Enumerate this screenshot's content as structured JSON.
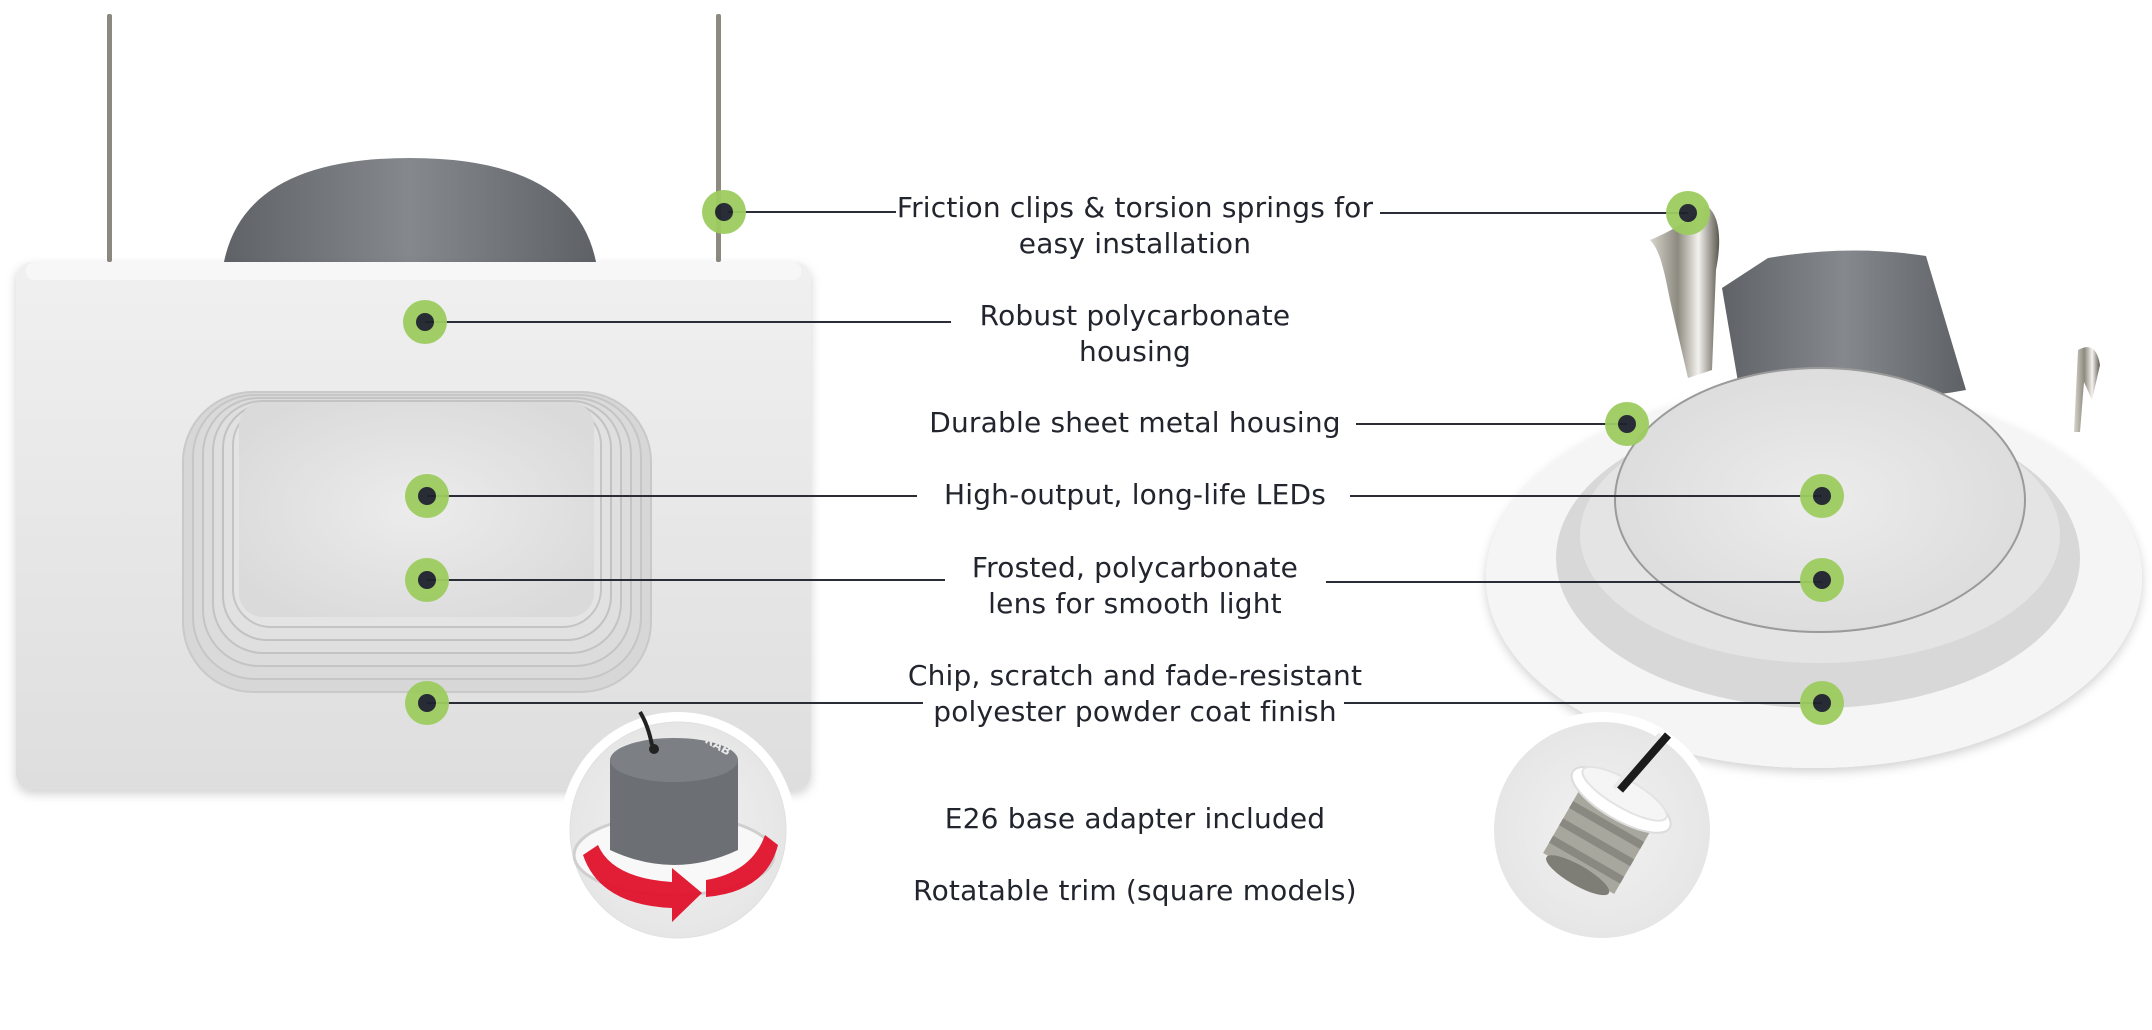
{
  "diagram": {
    "subject": "LED recessed downlight retrofit features (square and round models)",
    "colors": {
      "callout_ring": "#9dcc5f",
      "callout_dot": "#1e222c",
      "leader_line": "#2a2d35",
      "text": "#22252d",
      "trim_white": "#e9e9e9",
      "housing_gray": "#6e7277",
      "rotate_arrow_red": "#e0112b"
    },
    "features": [
      {
        "id": "friction-clips",
        "lines": [
          "Friction clips & torsion springs for",
          "easy installation"
        ],
        "left_callout": true,
        "right_callout": true
      },
      {
        "id": "polycarbonate-housing",
        "lines": [
          "Robust polycarbonate",
          "housing"
        ],
        "left_callout": true,
        "right_callout": false
      },
      {
        "id": "sheet-metal-housing",
        "lines": [
          "Durable sheet metal housing"
        ],
        "left_callout": false,
        "right_callout": true
      },
      {
        "id": "leds",
        "lines": [
          "High-output, long-life LEDs"
        ],
        "left_callout": true,
        "right_callout": true
      },
      {
        "id": "lens",
        "lines": [
          "Frosted, polycarbonate",
          "lens for smooth light"
        ],
        "left_callout": true,
        "right_callout": true
      },
      {
        "id": "finish",
        "lines": [
          "Chip, scratch and fade-resistant",
          "polyester powder coat finish"
        ],
        "left_callout": true,
        "right_callout": true
      },
      {
        "id": "e26-adapter",
        "lines": [
          "E26 base adapter included"
        ],
        "left_callout": false,
        "right_callout": false
      },
      {
        "id": "rotatable-trim",
        "lines": [
          "Rotatable trim (square models)"
        ],
        "left_callout": false,
        "right_callout": false
      }
    ],
    "insets": {
      "left": {
        "depicts": "rotatable trim with red rotation arrow",
        "brand_mark": "RAB"
      },
      "right": {
        "depicts": "E26 base adapter"
      }
    }
  }
}
